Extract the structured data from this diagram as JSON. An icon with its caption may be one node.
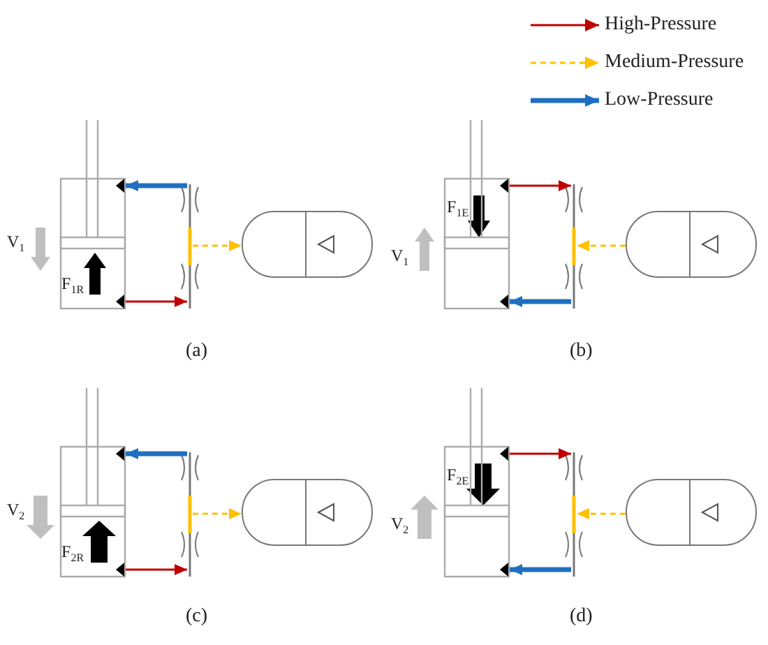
{
  "diagram": {
    "nodes": [
      {
        "text": [],
        "shape": "cylinder"
      },
      {
        "text": [],
        "shape": "bar"
      },
      {
        "text": [],
        "shape": "capsule"
      },
      {
        "text": [],
        "shape": "cylinder"
      },
      {
        "text": [],
        "shape": "bar"
      },
      {
        "text": [],
        "shape": "capsule"
      },
      {
        "text": [],
        "shape": "cylinder"
      },
      {
        "text": [],
        "shape": "bar"
      },
      {
        "text": [],
        "shape": "capsule"
      },
      {
        "text": [],
        "shape": "cylinder"
      },
      {
        "text": [],
        "shape": "bar"
      },
      {
        "text": [],
        "shape": "capsule"
      }
    ],
    "edges": [
      {
        "from": 1,
        "to": 0,
        "arrow": "to",
        "style": "thick",
        "color": "#1f6fc0"
      },
      {
        "from": 0,
        "to": 1,
        "arrow": "to",
        "color": "#c00000"
      },
      {
        "from": 1,
        "to": 2,
        "arrow": "to",
        "style": "dashed",
        "color": "#ffc000"
      },
      {
        "from": 3,
        "to": 4,
        "arrow": "to",
        "color": "#c00000"
      },
      {
        "from": 5,
        "to": 4,
        "arrow": "to",
        "style": "dashed",
        "color": "#ffc000"
      },
      {
        "from": 4,
        "to": 3,
        "arrow": "to",
        "style": "thick",
        "color": "#1f6fc0"
      },
      {
        "from": 7,
        "to": 6,
        "arrow": "to",
        "style": "thick",
        "color": "#1f6fc0"
      },
      {
        "from": 6,
        "to": 7,
        "arrow": "to",
        "color": "#c00000"
      },
      {
        "from": 7,
        "to": 8,
        "arrow": "to",
        "style": "dashed",
        "color": "#ffc000"
      },
      {
        "from": 9,
        "to": 10,
        "arrow": "to",
        "color": "#c00000"
      },
      {
        "from": 11,
        "to": 10,
        "arrow": "to",
        "style": "dashed",
        "color": "#ffc000"
      },
      {
        "from": 10,
        "to": 9,
        "arrow": "to",
        "style": "thick",
        "color": "#1f6fc0"
      }
    ],
    "labels": [
      "V$_{1}$",
      "F$_{1R}$",
      "(a)",
      "F$_{1E}$",
      "V$_{1}$",
      "(b)",
      "V$_{2}$",
      "F$_{2R}$",
      "(c)",
      "F$_{2E}$",
      "V$_{2}$",
      "(d)"
    ],
    "legend": [
      {
        "text": "High-Pressure"
      },
      {
        "text": "Medium-Pressure"
      },
      {
        "text": "Low-Pressure"
      }
    ]
  }
}
